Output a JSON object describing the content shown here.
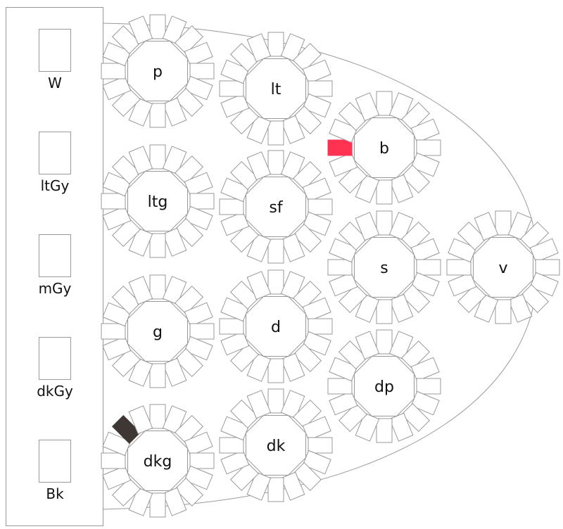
{
  "swatches": [
    {
      "key": "W",
      "label": "W"
    },
    {
      "key": "ltGy",
      "label": "ltGy"
    },
    {
      "key": "mGy",
      "label": "mGy"
    },
    {
      "key": "dkGy",
      "label": "dkGy"
    },
    {
      "key": "Bk",
      "label": "Bk"
    }
  ],
  "tables": [
    {
      "key": "p",
      "label": "p"
    },
    {
      "key": "lt",
      "label": "lt"
    },
    {
      "key": "b",
      "label": "b",
      "marked_chair": 12,
      "marked_color": "#ff3351"
    },
    {
      "key": "ltg",
      "label": "ltg"
    },
    {
      "key": "sf",
      "label": "sf"
    },
    {
      "key": "s",
      "label": "s"
    },
    {
      "key": "v",
      "label": "v"
    },
    {
      "key": "g",
      "label": "g"
    },
    {
      "key": "d",
      "label": "d"
    },
    {
      "key": "dp",
      "label": "dp"
    },
    {
      "key": "dkg",
      "label": "dkg",
      "marked_chair": 14,
      "marked_color": "#3f3733"
    },
    {
      "key": "dk",
      "label": "dk"
    }
  ],
  "colors": {
    "stroke": "#999999",
    "background": "#ffffff"
  }
}
